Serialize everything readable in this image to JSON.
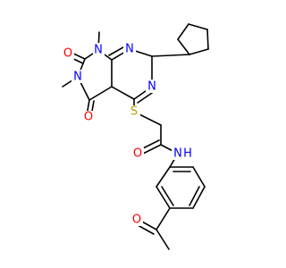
{
  "molecule": {
    "colors": {
      "bond": "#000000",
      "nitrogen": "#0000FF",
      "oxygen": "#FF0000",
      "sulfur": "#B8A000",
      "carbon": "#000000"
    },
    "atoms": {
      "n1": "N",
      "n3": "N",
      "n8": "N",
      "n6": "N",
      "o_c7": "O",
      "o_c5": "O",
      "s": "S",
      "o_amide": "O",
      "nh": "N",
      "h_nh": "H",
      "o_acetyl": "O"
    }
  }
}
